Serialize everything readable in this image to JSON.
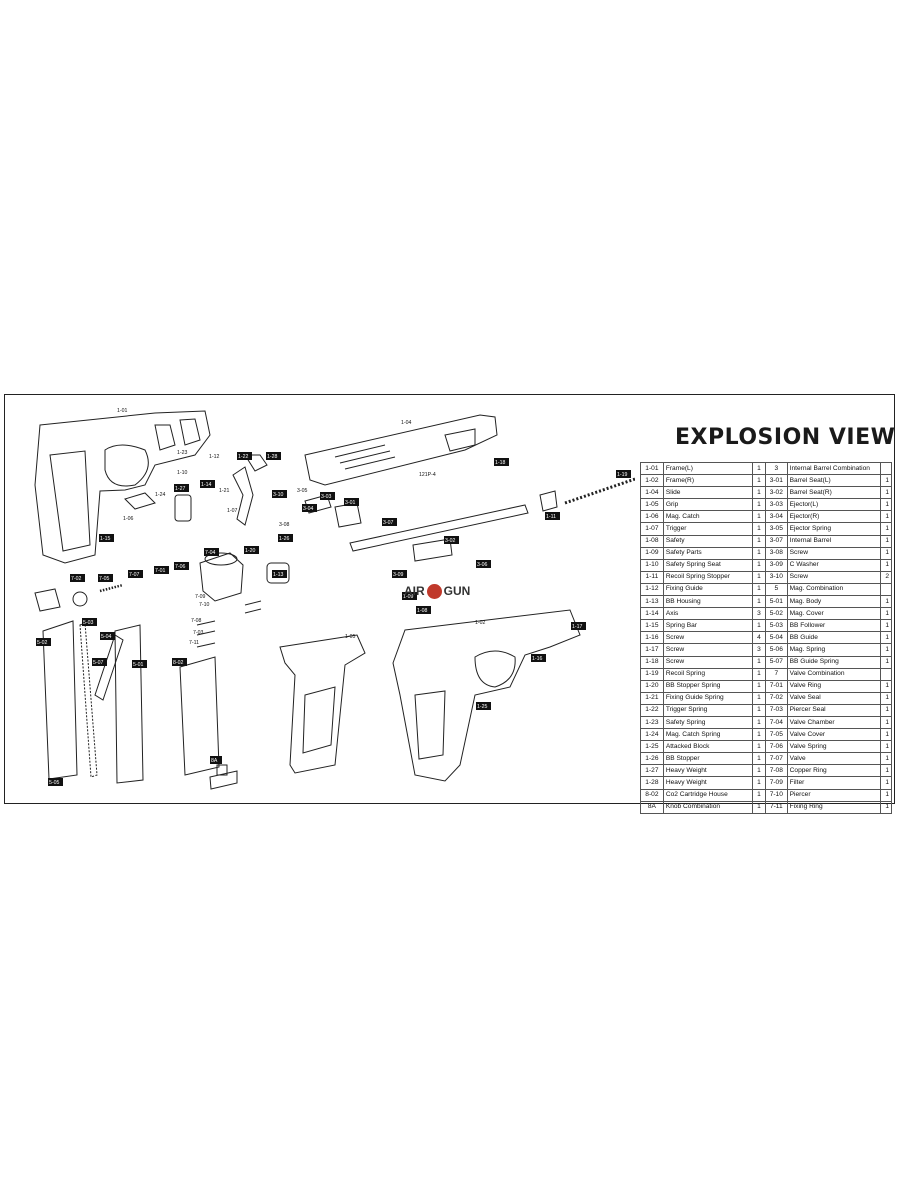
{
  "title": "EXPLOSION VIEW",
  "logo": {
    "left": "AIR",
    "right": "GUN",
    "accent": "#c0392b"
  },
  "drawing": {
    "labels": [
      "1-01",
      "1-04",
      "1-18",
      "1-19",
      "1-11",
      "121P-4",
      "1-23",
      "1-12",
      "1-22",
      "1-28",
      "1-10",
      "1-14",
      "1-21",
      "1-27",
      "1-24",
      "1-06",
      "1-07",
      "3-10",
      "3-05",
      "3-03",
      "3-01",
      "3-04",
      "3-08",
      "3-07",
      "3-02",
      "1-26",
      "1-15",
      "7-04",
      "7-02",
      "7-05",
      "7-07",
      "7-01",
      "7-06",
      "7-03",
      "7-11",
      "1-20",
      "1-13",
      "1-16",
      "1-17",
      "1-25",
      "1-09",
      "1-08",
      "3-09",
      "3-06",
      "1-05",
      "1-02",
      "5-02",
      "5-03",
      "5-04",
      "5-07",
      "5-01",
      "5-05",
      "8-02",
      "8A",
      "7-08",
      "7-10",
      "7-09"
    ]
  },
  "parts_table": [
    [
      "1-01",
      "Frame(L)",
      "1",
      "3",
      "Internal Barrel Combination",
      ""
    ],
    [
      "1-02",
      "Frame(R)",
      "1",
      "3-01",
      "Barrel Seat(L)",
      "1"
    ],
    [
      "1-04",
      "Slide",
      "1",
      "3-02",
      "Barrel Seat(R)",
      "1"
    ],
    [
      "1-05",
      "Grip",
      "1",
      "3-03",
      "Ejector(L)",
      "1"
    ],
    [
      "1-06",
      "Mag. Catch",
      "1",
      "3-04",
      "Ejector(R)",
      "1"
    ],
    [
      "1-07",
      "Trigger",
      "1",
      "3-05",
      "Ejector Spring",
      "1"
    ],
    [
      "1-08",
      "Safety",
      "1",
      "3-07",
      "Internal Barrel",
      "1"
    ],
    [
      "1-09",
      "Safety Parts",
      "1",
      "3-08",
      "Screw",
      "1"
    ],
    [
      "1-10",
      "Safety Spring Seat",
      "1",
      "3-09",
      "C Washer",
      "1"
    ],
    [
      "1-11",
      "Recoil Spring Stopper",
      "1",
      "3-10",
      "Screw",
      "2"
    ],
    [
      "1-12",
      "Fixing Guide",
      "1",
      "5",
      "Mag. Combination",
      ""
    ],
    [
      "1-13",
      "BB Housing",
      "1",
      "5-01",
      "Mag. Body",
      "1"
    ],
    [
      "1-14",
      "Axis",
      "3",
      "5-02",
      "Mag. Cover",
      "1"
    ],
    [
      "1-15",
      "Spring Bar",
      "1",
      "5-03",
      "BB Follower",
      "1"
    ],
    [
      "1-16",
      "Screw",
      "4",
      "5-04",
      "BB Guide",
      "1"
    ],
    [
      "1-17",
      "Screw",
      "3",
      "5-06",
      "Mag. Spring",
      "1"
    ],
    [
      "1-18",
      "Screw",
      "1",
      "5-07",
      "BB Guide Spring",
      "1"
    ],
    [
      "1-19",
      "Recoil Spring",
      "1",
      "7",
      "Valve Combination",
      ""
    ],
    [
      "1-20",
      "BB Stopper Spring",
      "1",
      "7-01",
      "Valve Ring",
      "1"
    ],
    [
      "1-21",
      "Fixing Guide Spring",
      "1",
      "7-02",
      "Valve Seal",
      "1"
    ],
    [
      "1-22",
      "Trigger Spring",
      "1",
      "7-03",
      "Piercer Seal",
      "1"
    ],
    [
      "1-23",
      "Safety Spring",
      "1",
      "7-04",
      "Valve Chamber",
      "1"
    ],
    [
      "1-24",
      "Mag. Catch Spring",
      "1",
      "7-05",
      "Valve Cover",
      "1"
    ],
    [
      "1-25",
      "Attacked Block",
      "1",
      "7-06",
      "Valve Spring",
      "1"
    ],
    [
      "1-26",
      "BB Stopper",
      "1",
      "7-07",
      "Valve",
      "1"
    ],
    [
      "1-27",
      "Heavy Weight",
      "1",
      "7-08",
      "Copper Ring",
      "1"
    ],
    [
      "1-28",
      "Heavy Weight",
      "1",
      "7-09",
      "Filter",
      "1"
    ],
    [
      "8-02",
      "Co2 Cartridge House",
      "1",
      "7-10",
      "Piercer",
      "1"
    ],
    [
      "8A",
      "Knob Combination",
      "1",
      "7-11",
      "Fixing Ring",
      "1"
    ]
  ]
}
